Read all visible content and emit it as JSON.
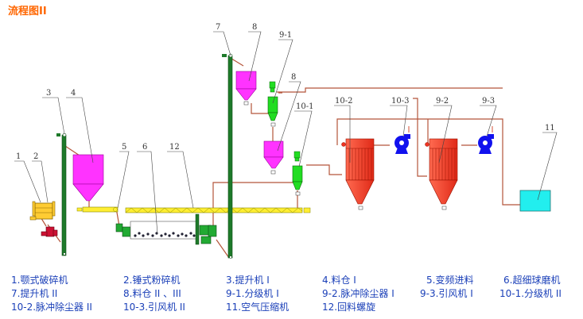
{
  "title": "流程图II",
  "callouts": {
    "c1": "1",
    "c2": "2",
    "c3": "3",
    "c4": "4",
    "c5": "5",
    "c6": "6",
    "c7": "7",
    "c8a": "8",
    "c8b": "8",
    "c91": "9-1",
    "c101": "10-1",
    "c102": "10-2",
    "c103": "10-3",
    "c92": "9-2",
    "c93": "9-3",
    "c11": "11",
    "c12": "12"
  },
  "legend": [
    "1.颚式破碎机",
    "2.锤式粉碎机",
    "3.提升机 I",
    "4.料仓 I",
    "5.变频进料",
    "6.超细球磨机",
    "7.提升机 II",
    "8.料仓 II 、III",
    "9-1.分级机 I",
    "9-2.脉冲除尘器 I",
    "9-3.引风机 I",
    "10-1.分级机 II",
    "10-2.脉冲除尘器 II",
    "10-3.引风机 II",
    "11.空气压缩机",
    "12.回料螺旋"
  ],
  "colors": {
    "title": "#ff6600",
    "legend_text": "#1a3fb8",
    "elevator": "#1e7a2a",
    "silo": "#ff33ff",
    "classifier": "#22dd22",
    "dust_collector": "#ee3322",
    "fan": "#1111ee",
    "feeder": "#ffee33",
    "compressor": "#22eeee",
    "pipe": "#b5553a"
  }
}
